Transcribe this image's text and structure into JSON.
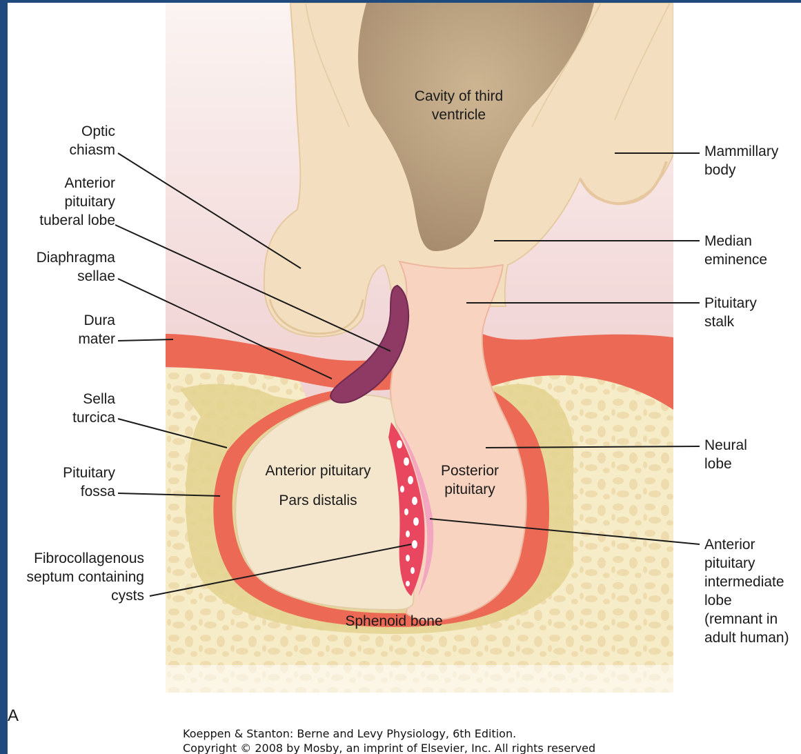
{
  "labels": {
    "optic_chiasm": "Optic\nchiasm",
    "anterior_tuberal": "Anterior\npituitary\ntuberal lobe",
    "diaphragma": "Diaphragma\nsellae",
    "dura": "Dura\nmater",
    "sella": "Sella\nturcica",
    "fossa": "Pituitary\nfossa",
    "septum": "Fibrocollagenous\nseptum containing\ncysts",
    "cavity": "Cavity of third\nventricle",
    "mammillary": "Mammillary\nbody",
    "median": "Median\neminence",
    "stalk": "Pituitary\nstalk",
    "neural": "Neural\nlobe",
    "intermediate": "Anterior\npituitary\nintermediate\nlobe\n(remnant in\nadult human)",
    "ant_pituitary": "Anterior pituitary",
    "pars_distalis": "Pars distalis",
    "post_pituitary": "Posterior\npituitary",
    "sphenoid": "Sphenoid bone",
    "panel_letter": "A"
  },
  "credit": {
    "line1": "Koeppen & Stanton: Berne and Levy Physiology, 6th Edition.",
    "line2": "Copyright © 2008 by Mosby, an imprint of Elsevier, Inc. All rights reserved"
  },
  "colors": {
    "slide_border": "#1f4a7e",
    "brain_tissue": "#f3dfc0",
    "dura": "#ec6a55",
    "bone": "#f6ecc8",
    "anterior_lobe": "#f4e6cd",
    "posterior_lobe": "#f8d3bf",
    "tuberal_lobe": "#8e3a65",
    "septum": "#e94760",
    "intermediate_lobe": "#f2a6bf"
  }
}
